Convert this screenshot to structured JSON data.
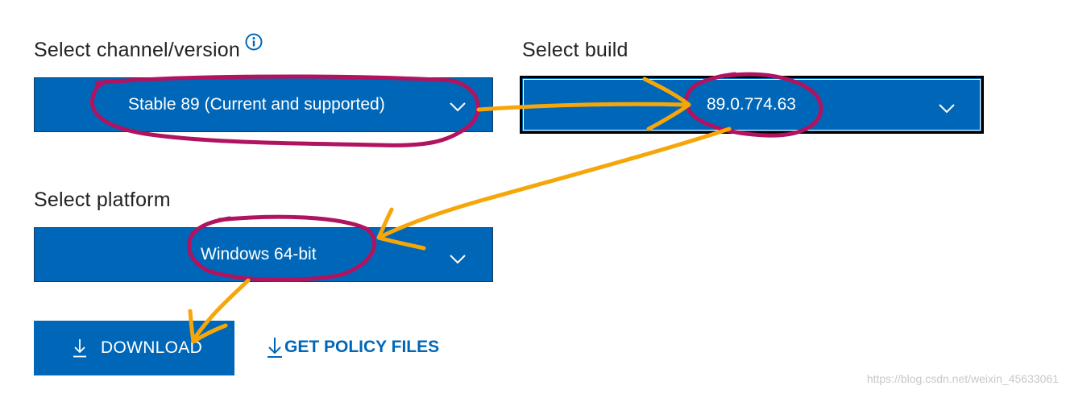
{
  "form": {
    "channel": {
      "label": "Select channel/version",
      "value": "Stable 89 (Current and supported)"
    },
    "build": {
      "label": "Select build",
      "value": "89.0.774.63"
    },
    "platform": {
      "label": "Select platform",
      "value": "Windows 64-bit"
    }
  },
  "actions": {
    "download_label": "DOWNLOAD",
    "policy_label": "GET POLICY FILES"
  },
  "watermark": "https://blog.csdn.net/weixin_45633061",
  "icons": {
    "info": "info-icon",
    "chevron": "chevron-down-icon",
    "download": "download-arrow-icon"
  },
  "colors": {
    "accent": "#0067b8",
    "annotation_circle": "#b0135f",
    "annotation_arrow": "#f6a609"
  }
}
